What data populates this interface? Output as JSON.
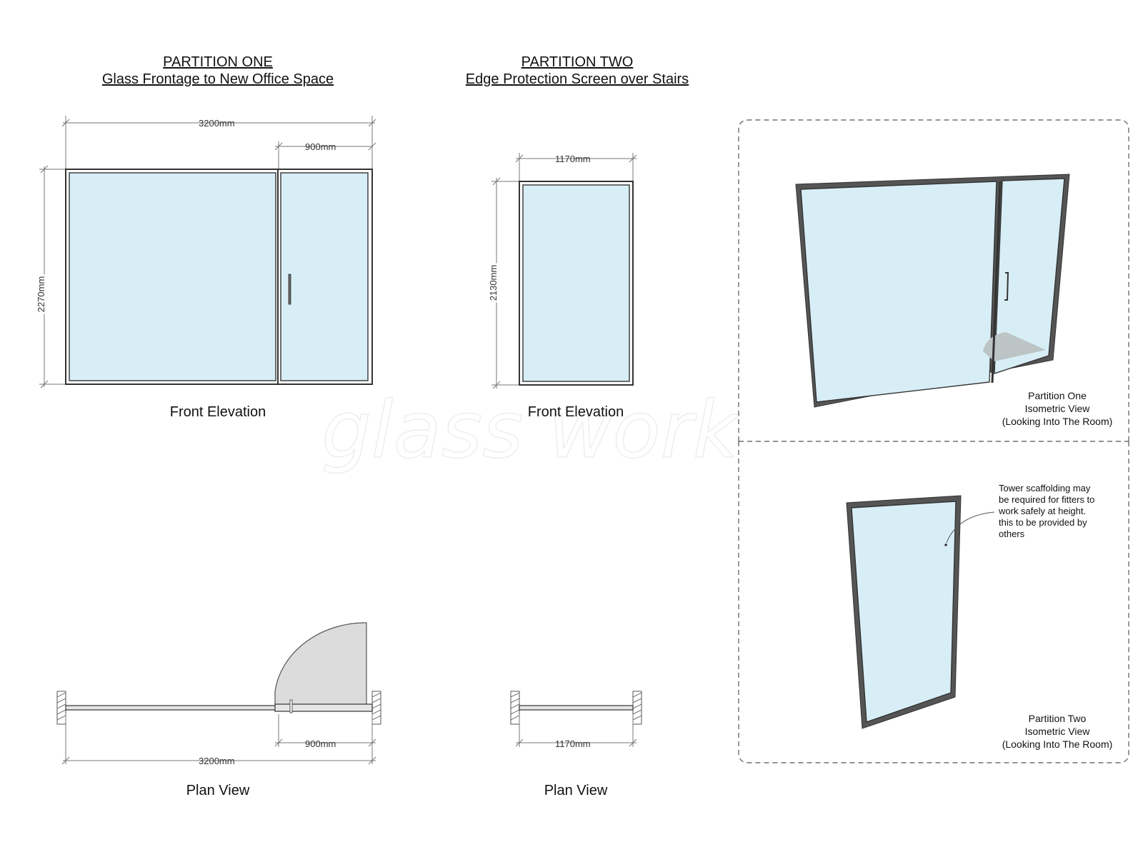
{
  "partition_one": {
    "heading": "PARTITION ONE",
    "subheading": "Glass Frontage to New Office Space",
    "width_label": "3200mm",
    "door_width_label": "900mm",
    "height_label": "2270mm",
    "front_caption": "Front Elevation",
    "plan_door_label": "900mm",
    "plan_width_label": "3200mm",
    "plan_caption": "Plan View"
  },
  "partition_two": {
    "heading": "PARTITION TWO",
    "subheading": "Edge Protection Screen over Stairs",
    "width_label": "1170mm",
    "height_label": "2130mm",
    "front_caption": "Front Elevation",
    "plan_width_label": "1170mm",
    "plan_caption": "Plan View"
  },
  "iso_one": {
    "line1": "Partition One",
    "line2": "Isometric View",
    "line3": "(Looking Into The Room)"
  },
  "iso_two": {
    "line1": "Partition Two",
    "line2": "Isometric View",
    "line3": "(Looking Into The Room)",
    "note": [
      "Tower scaffolding may",
      "be required for fitters to",
      "work safely at height.",
      "this to be provided by",
      "others"
    ]
  },
  "watermark": "glass work",
  "colors": {
    "glass": "#d8eef7",
    "frame": "#333333",
    "swing": "#dcdcdc"
  }
}
